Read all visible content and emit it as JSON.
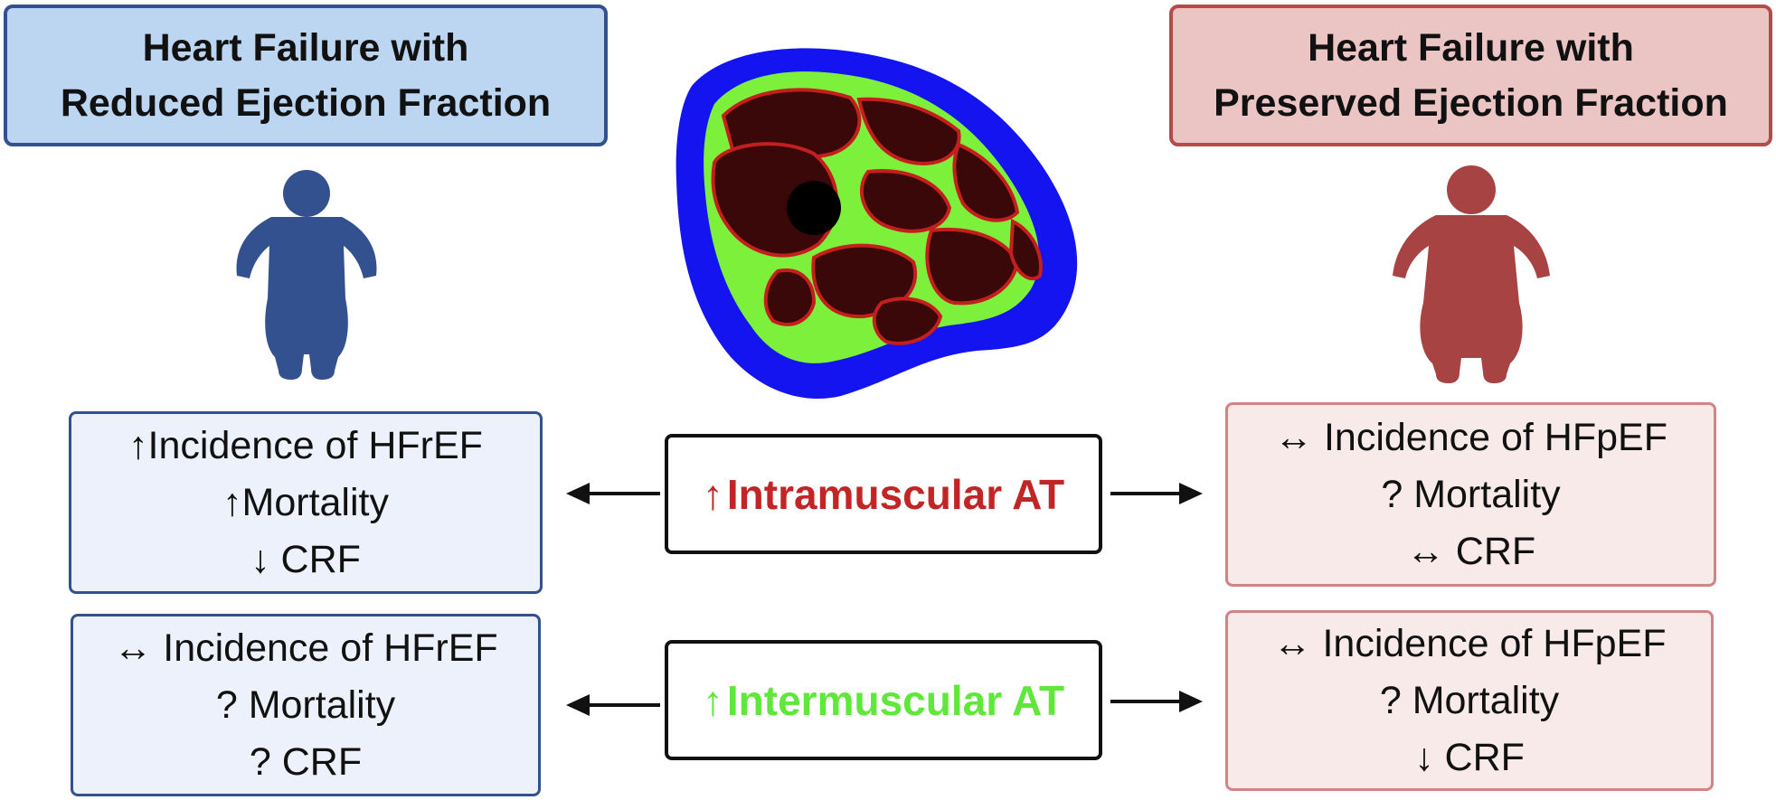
{
  "titles": {
    "left": [
      "Heart Failure with",
      "Reduced Ejection Fraction"
    ],
    "right": [
      "Heart Failure with",
      "Preserved Ejection Fraction"
    ]
  },
  "center": {
    "intramuscular": {
      "arrow": "↑",
      "label": "Intramuscular AT"
    },
    "intermuscular": {
      "arrow": "↑",
      "label": "Intermuscular AT"
    }
  },
  "boxes": {
    "left_intra": [
      "↑Incidence of HFrEF",
      "↑Mortality",
      "↓ CRF"
    ],
    "right_intra": [
      "↔ Incidence of HFpEF",
      "? Mortality",
      "↔ CRF"
    ],
    "left_inter": [
      "↔ Incidence of HFrEF",
      "? Mortality",
      "? CRF"
    ],
    "right_inter": [
      "↔ Incidence of HFpEF",
      "? Mortality",
      "↓ CRF"
    ]
  },
  "colors": {
    "hfref": "#34518f",
    "hfpef": "#a84343",
    "intramuscular": "#c22525",
    "intermuscular": "#5fe83a",
    "subcutaneous_fat": "#1414f0",
    "muscle": "#3a0808"
  },
  "icons": [
    "person-hfref-icon",
    "person-hfpef-icon",
    "thigh-cross-section-image"
  ]
}
